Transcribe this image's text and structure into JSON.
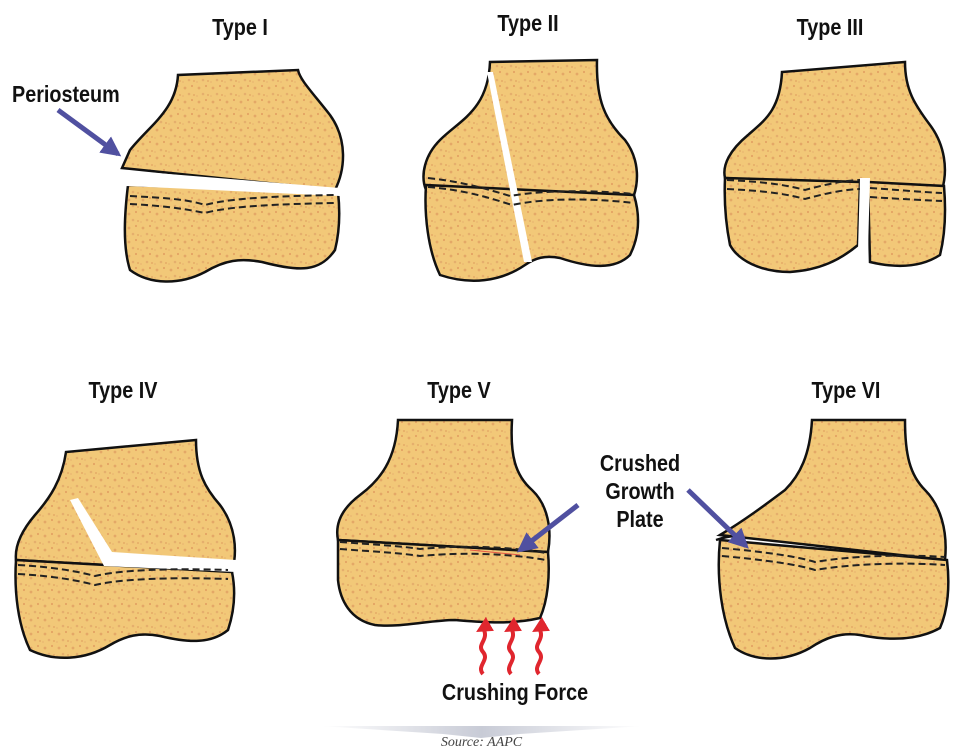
{
  "types": [
    {
      "id": "I",
      "label": "Type I"
    },
    {
      "id": "II",
      "label": "Type II"
    },
    {
      "id": "III",
      "label": "Type III"
    },
    {
      "id": "IV",
      "label": "Type IV"
    },
    {
      "id": "V",
      "label": "Type V"
    },
    {
      "id": "VI",
      "label": "Type VI"
    }
  ],
  "callouts": {
    "periosteum": "Periosteum",
    "crushed_line1": "Crushed",
    "crushed_line2": "Growth",
    "crushed_line3": "Plate",
    "crushing_force": "Crushing Force"
  },
  "source": "Source: AAPC",
  "colors": {
    "bone_fill": "#f2c878",
    "bone_texture": "#d98a55",
    "outline": "#111111",
    "arrow": "#5050a0",
    "force_arrow": "#e0262e"
  }
}
